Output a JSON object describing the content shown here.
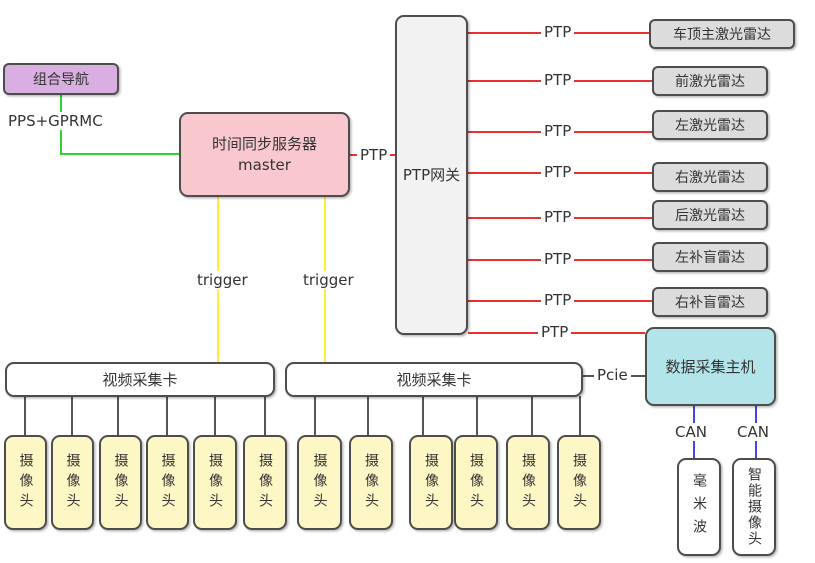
{
  "colors": {
    "nav_fill": "#d9aee1",
    "server_fill": "#f9c8ce",
    "gateway_fill": "#f2f2f2",
    "radar_fill": "#dcdcdc",
    "host_fill": "#b3e4ea",
    "camera_fill": "#fdf6c5",
    "green_line": "#2fd42f",
    "red_line": "#e83232",
    "yellow_line": "#ffee33",
    "blue_line": "#4444ee"
  },
  "nodes": {
    "nav": "组合导航",
    "server_line1": "时间同步服务器",
    "server_line2": "master",
    "gateway": "PTP网关",
    "capture_card_1": "视频采集卡",
    "capture_card_2": "视频采集卡",
    "host": "数据采集主机",
    "camera": "摄像头",
    "mmwave": "毫米波",
    "smart_camera": "智能摄像头"
  },
  "radars": [
    "车顶主激光雷达",
    "前激光雷达",
    "左激光雷达",
    "右激光雷达",
    "后激光雷达",
    "左补盲雷达",
    "右补盲雷达"
  ],
  "labels": {
    "pps": "PPS+GPRMC",
    "ptp_server": "PTP",
    "ptp_lines": [
      "PTP",
      "PTP",
      "PTP",
      "PTP",
      "PTP",
      "PTP",
      "PTP",
      "PTP"
    ],
    "trigger1": "trigger",
    "trigger2": "trigger",
    "pcie": "Pcie",
    "can1": "CAN",
    "can2": "CAN"
  }
}
